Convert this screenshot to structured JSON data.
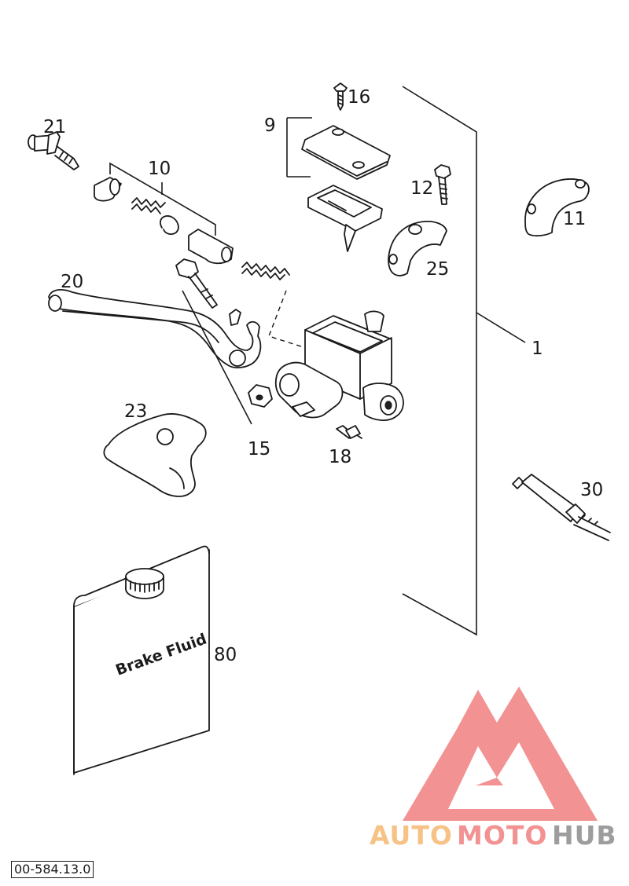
{
  "drawing_code": "00-584.13.0",
  "callouts": {
    "p1": "1",
    "p9": "9",
    "p10": "10",
    "p11": "11",
    "p12": "12",
    "p15": "15",
    "p16": "16",
    "p18": "18",
    "p20": "20",
    "p21": "21",
    "p23": "23",
    "p25": "25",
    "p30": "30",
    "p80": "80"
  },
  "container_label": "Brake Fluid",
  "watermark": {
    "part1": "AUTO",
    "part2": "MOTO",
    "part3": "HUB",
    "color_orange": "#f5b870",
    "color_red": "#f08080",
    "color_gray": "#8c8c8c"
  }
}
